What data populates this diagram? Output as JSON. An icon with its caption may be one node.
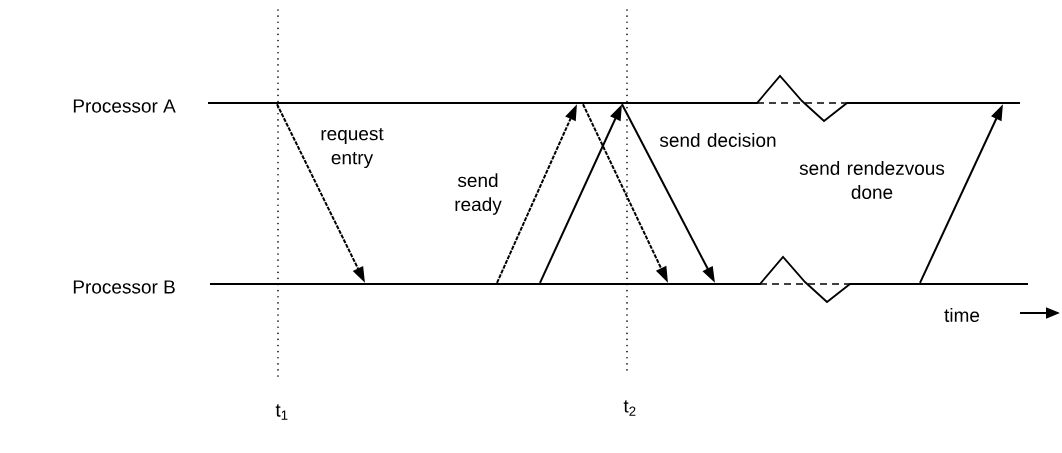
{
  "diagram": {
    "nodes": [
      {
        "text": [],
        "shape": "line",
        "beside": [
          "Processor A"
        ]
      },
      {
        "text": [],
        "shape": "line",
        "beside": [
          "Processor B"
        ]
      }
    ],
    "edges": [
      {
        "from": 0,
        "to": 1,
        "arrow": "to",
        "style": "dashed",
        "label": "request entry"
      },
      {
        "from": 1,
        "to": 0,
        "arrow": "to",
        "style": "dashed",
        "label": "send ready"
      },
      {
        "from": 1,
        "to": 0,
        "arrow": "to"
      },
      {
        "from": 0,
        "to": 1,
        "arrow": "to",
        "style": "dashed"
      },
      {
        "from": 0,
        "to": 1,
        "arrow": "to",
        "label": "send decision"
      },
      {
        "from": 1,
        "to": 0,
        "arrow": "to",
        "label": "send rendezvous done"
      }
    ],
    "labels": [
      "t$_{1}$",
      "t$_{2}$",
      "time"
    ]
  }
}
